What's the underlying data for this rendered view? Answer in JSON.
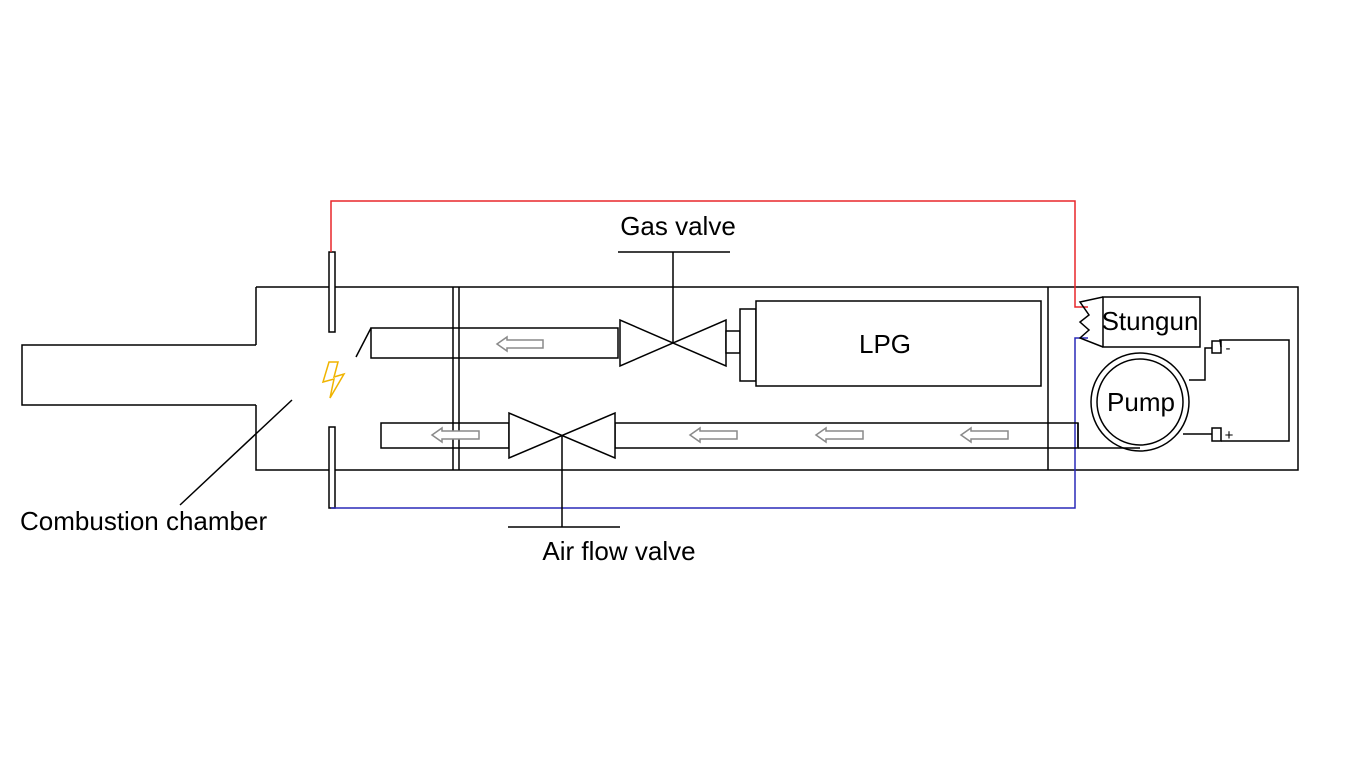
{
  "labels": {
    "gas_valve": "Gas valve",
    "lpg": "LPG",
    "stungun": "Stungun",
    "pump": "Pump",
    "combustion_chamber": "Combustion chamber",
    "air_flow_valve": "Air flow valve",
    "terminal_negative": "-",
    "terminal_positive": "+"
  },
  "colors": {
    "line": "#000000",
    "positive_wire": "#e8262a",
    "negative_wire": "#2a2ab8",
    "spark": "#f0b400",
    "flow_arrow": "#8a8a8a",
    "background": "#ffffff"
  },
  "icons": {
    "spark": "lightning-bolt-icon",
    "flow": "left-arrow-icon"
  }
}
